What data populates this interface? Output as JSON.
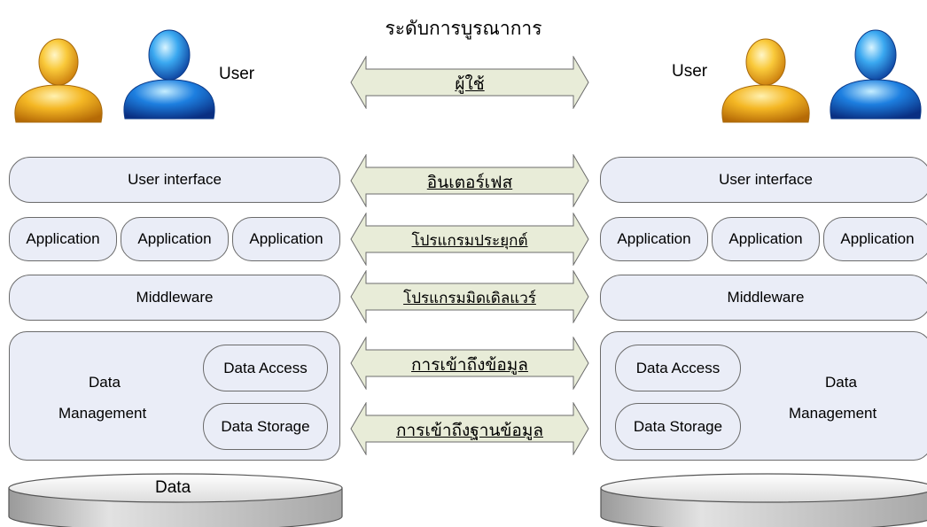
{
  "title": "ระดับการบูรณาการ",
  "arrows": [
    {
      "label": "ผู้ใช้"
    },
    {
      "label": "อินเตอร์เฟส"
    },
    {
      "label": "โปรแกรมประยุกต์"
    },
    {
      "label": "โปรแกรมมิดเดิลแวร์"
    },
    {
      "label": "การเข้าถึงข้อมูล"
    },
    {
      "label": "การเข้าถึงฐานข้อมูล"
    }
  ],
  "left": {
    "user_label": "User",
    "user_interface": "User interface",
    "applications": [
      "Application",
      "Application",
      "Application"
    ],
    "middleware": "Middleware",
    "data_management": {
      "line1": "Data",
      "line2": "Management"
    },
    "data_access": "Data Access",
    "data_storage": "Data Storage",
    "database": "Data"
  },
  "right": {
    "user_label": "User",
    "user_interface": "User interface",
    "applications": [
      "Application",
      "Application",
      "Application"
    ],
    "middleware": "Middleware",
    "data_management": {
      "line1": "Data",
      "line2": "Management"
    },
    "data_access": "Data Access",
    "data_storage": "Data Storage",
    "database": ""
  },
  "colors": {
    "box_fill": "#eaedf7",
    "box_border": "#6b6b6b",
    "arrow_fill": "#e8ecd8",
    "user_yellow": "#f4b724",
    "user_blue": "#1d7fe0",
    "cylinder": "#c4c4c4"
  },
  "icons": [
    "user-yellow-icon",
    "user-blue-icon"
  ]
}
